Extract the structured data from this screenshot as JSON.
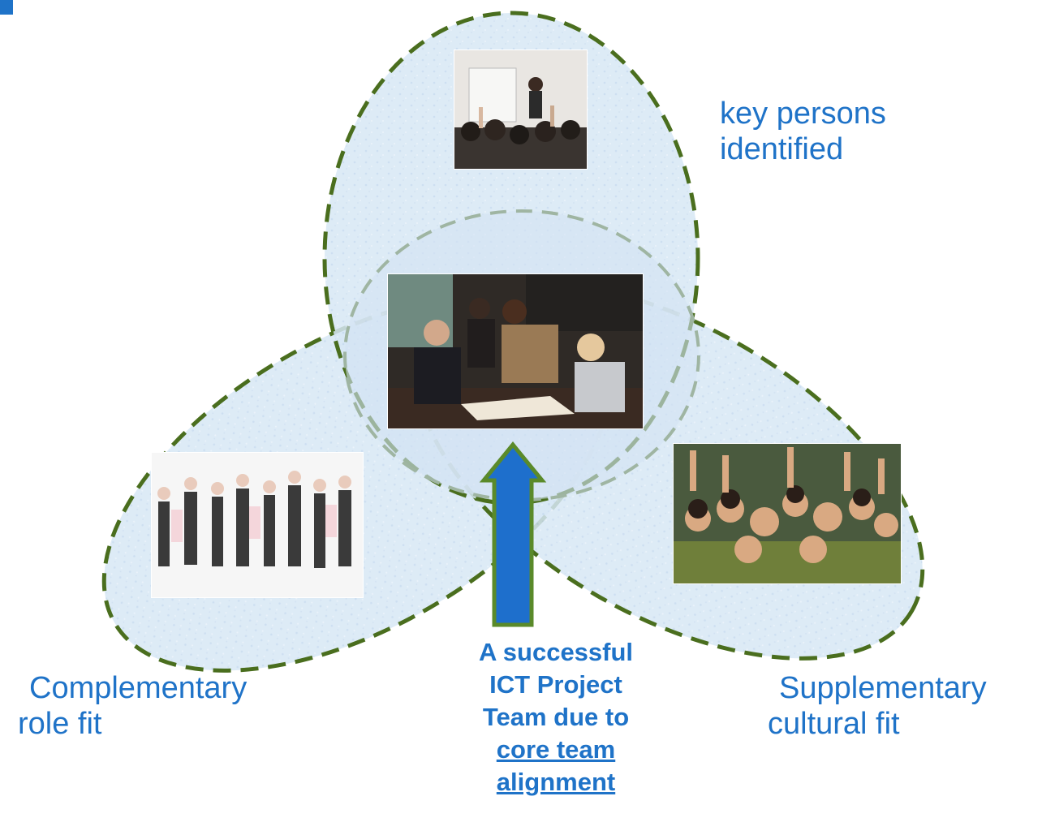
{
  "labels": {
    "top": [
      "key persons",
      "identified"
    ],
    "left": [
      "Complementary",
      "role fit"
    ],
    "right": [
      "Supplementary",
      "cultural fit"
    ]
  },
  "center_text": {
    "plain": [
      "A successful",
      "ICT Project",
      "Team due to"
    ],
    "underlined": [
      "core team",
      "alignment"
    ]
  },
  "images": {
    "top": "presentation-audience-photo",
    "center": "business-team-meeting-photo",
    "left": "dancing-conga-line-photo",
    "right": "cheering-crowd-photo"
  },
  "colors": {
    "label_text": "#1f73c8",
    "ellipse_fill": "#d6e6f5",
    "ellipse_stroke": "#4a6e1e",
    "arrow_fill": "#1e6fcc",
    "arrow_stroke": "#5a8a2a"
  }
}
